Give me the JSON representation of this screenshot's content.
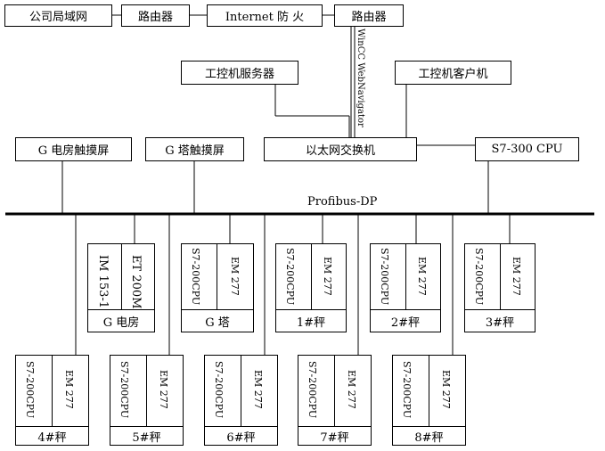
{
  "top_chain": {
    "lan": "公司局域网",
    "router1": "路由器",
    "internet_firewall": "Internet 防 火",
    "router2": "路由器"
  },
  "webnavigator_label": "WinCC WebNavigator",
  "ipc_server": "工控机服务器",
  "ipc_client": "工控机客户机",
  "ethernet_switch": "以太网交换机",
  "s7_300": "S7-300 CPU",
  "g_power_touch": "G 电房触摸屏",
  "g_tower_touch": "G 塔触摸屏",
  "bus_label": "Profibus-DP",
  "upper_devices": [
    {
      "left_module": "IM 153-1",
      "right_module": "ET 200M",
      "footer": "G 电房"
    },
    {
      "left_module": "S7-200CPU",
      "right_module": "EM 277",
      "footer": "G 塔"
    },
    {
      "left_module": "S7-200CPU",
      "right_module": "EM 277",
      "footer": "1#秤"
    },
    {
      "left_module": "S7-200CPU",
      "right_module": "EM 277",
      "footer": "2#秤"
    },
    {
      "left_module": "S7-200CPU",
      "right_module": "EM 277",
      "footer": "3#秤"
    }
  ],
  "lower_devices": [
    {
      "left_module": "S7-200CPU",
      "right_module": "EM 277",
      "footer": "4#秤"
    },
    {
      "left_module": "S7-200CPU",
      "right_module": "EM 277",
      "footer": "5#秤"
    },
    {
      "left_module": "S7-200CPU",
      "right_module": "EM 277",
      "footer": "6#秤"
    },
    {
      "left_module": "S7-200CPU",
      "right_module": "EM 277",
      "footer": "7#秤"
    },
    {
      "left_module": "S7-200CPU",
      "right_module": "EM 277",
      "footer": "8#秤"
    }
  ]
}
